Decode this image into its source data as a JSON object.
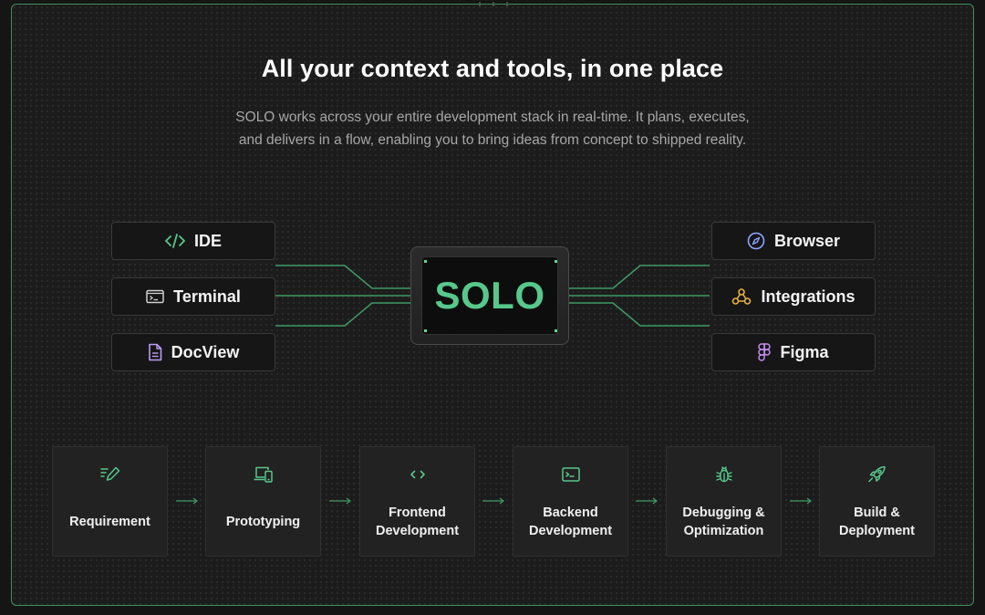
{
  "heading": "All your context and tools, in one place",
  "description": "SOLO works across your entire development stack in real-time. It plans, executes, and delivers in a flow, enabling you to bring ideas from concept to shipped reality.",
  "hub_label": "SOLO",
  "tools_left": [
    {
      "label": "IDE",
      "icon": "code-icon"
    },
    {
      "label": "Terminal",
      "icon": "terminal-icon"
    },
    {
      "label": "DocView",
      "icon": "document-icon"
    }
  ],
  "tools_right": [
    {
      "label": "Browser",
      "icon": "compass-icon"
    },
    {
      "label": "Integrations",
      "icon": "integrations-icon"
    },
    {
      "label": "Figma",
      "icon": "figma-icon"
    }
  ],
  "steps": [
    {
      "label": "Requirement",
      "icon": "edit-list-icon"
    },
    {
      "label": "Prototyping",
      "icon": "devices-icon"
    },
    {
      "label": "Frontend Development",
      "icon": "code-icon"
    },
    {
      "label": "Backend Development",
      "icon": "terminal-icon"
    },
    {
      "label": "Debugging & Optimization",
      "icon": "bug-icon"
    },
    {
      "label": "Build & Deployment",
      "icon": "rocket-icon"
    }
  ],
  "colors": {
    "accent_green": "#57c88a",
    "border_green": "#3f8f5e",
    "background": "#1c1c1c",
    "browser_icon": "#8aa8ff",
    "integrations_icon": "#e9b23f",
    "figma_icon": "#c58cf2",
    "docview_icon": "#b99cf5"
  }
}
